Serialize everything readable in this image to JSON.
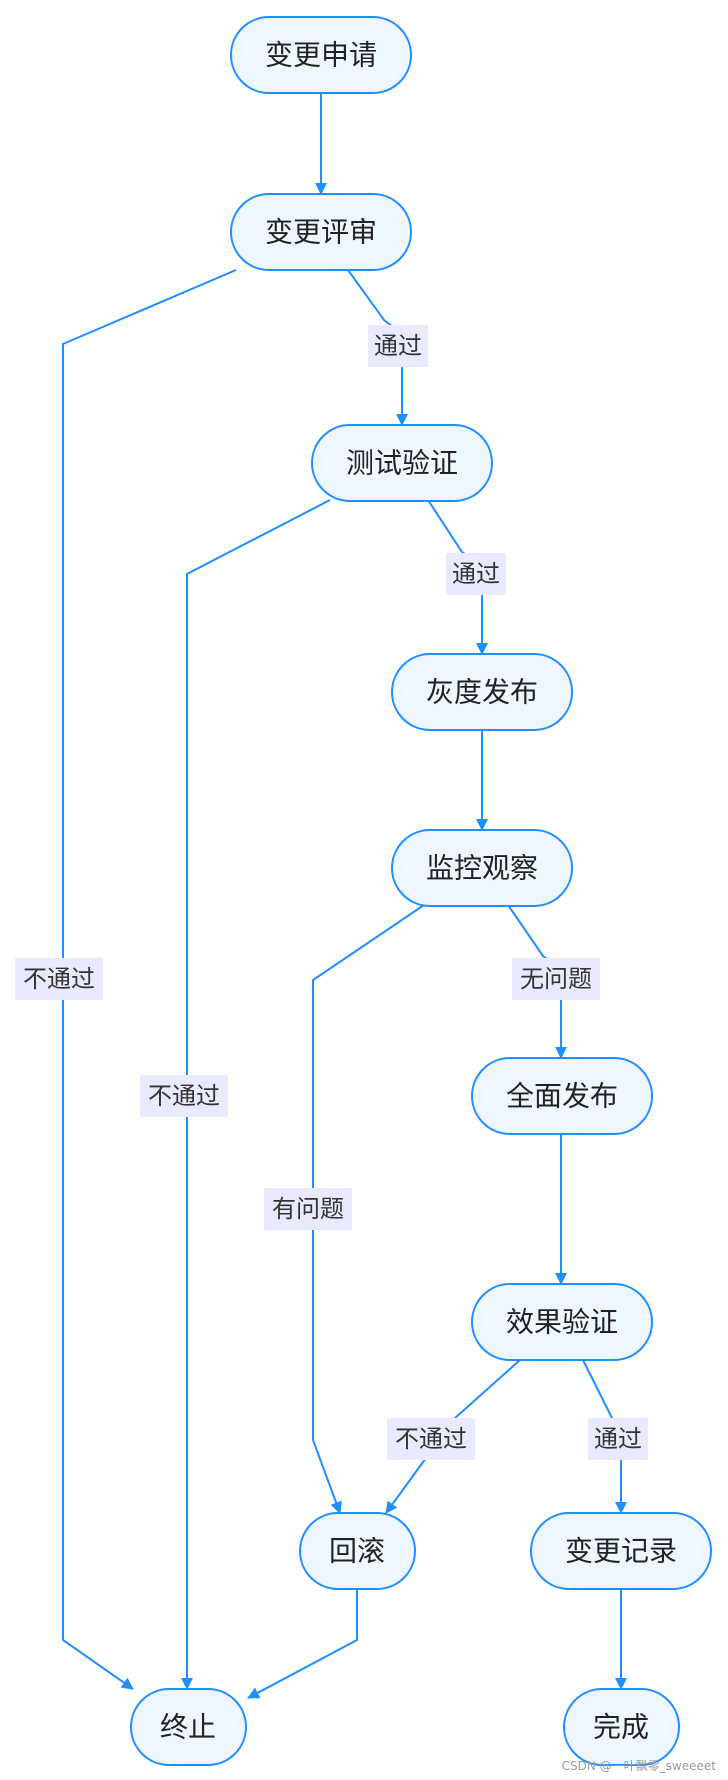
{
  "nodes": {
    "request": {
      "label": "变更申请"
    },
    "review": {
      "label": "变更评审"
    },
    "test": {
      "label": "测试验证"
    },
    "gray": {
      "label": "灰度发布"
    },
    "monitor": {
      "label": "监控观察"
    },
    "full": {
      "label": "全面发布"
    },
    "verify": {
      "label": "效果验证"
    },
    "rollback": {
      "label": "回滚"
    },
    "record": {
      "label": "变更记录"
    },
    "terminate": {
      "label": "终止"
    },
    "complete": {
      "label": "完成"
    }
  },
  "edges": [
    {
      "id": "request-review",
      "from": "request",
      "to": "review",
      "label": ""
    },
    {
      "id": "review-test",
      "from": "review",
      "to": "test",
      "label": "通过"
    },
    {
      "id": "review-terminate",
      "from": "review",
      "to": "terminate",
      "label": "不通过"
    },
    {
      "id": "test-gray",
      "from": "test",
      "to": "gray",
      "label": "通过"
    },
    {
      "id": "test-terminate",
      "from": "test",
      "to": "terminate",
      "label": "不通过"
    },
    {
      "id": "gray-monitor",
      "from": "gray",
      "to": "monitor",
      "label": ""
    },
    {
      "id": "monitor-full",
      "from": "monitor",
      "to": "full",
      "label": "无问题"
    },
    {
      "id": "monitor-rollback",
      "from": "monitor",
      "to": "rollback",
      "label": "有问题"
    },
    {
      "id": "full-verify",
      "from": "full",
      "to": "verify",
      "label": ""
    },
    {
      "id": "verify-record",
      "from": "verify",
      "to": "record",
      "label": "通过"
    },
    {
      "id": "verify-rollback",
      "from": "verify",
      "to": "rollback",
      "label": "不通过"
    },
    {
      "id": "rollback-terminate",
      "from": "rollback",
      "to": "terminate",
      "label": ""
    },
    {
      "id": "record-complete",
      "from": "record",
      "to": "complete",
      "label": ""
    }
  ],
  "colors": {
    "stroke": "#1f8fff",
    "node_fill": "#eef6ff",
    "label_bg": "#e9e9ff",
    "text": "#222222"
  },
  "watermark": "CSDN @一叶飘零_sweeeet"
}
